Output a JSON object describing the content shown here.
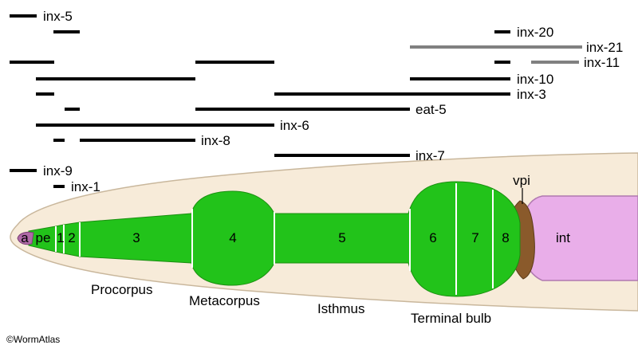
{
  "genes": [
    {
      "id": "inx5",
      "label": "inx-5",
      "color": "#000000"
    },
    {
      "id": "inx20",
      "label": "inx-20",
      "color": "#000000"
    },
    {
      "id": "inx21",
      "label": "inx-21",
      "color": "#808080"
    },
    {
      "id": "inx11",
      "label": "inx-11",
      "color": "#808080"
    },
    {
      "id": "inx10",
      "label": "inx-10",
      "color": "#000000"
    },
    {
      "id": "inx3",
      "label": "inx-3",
      "color": "#000000"
    },
    {
      "id": "eat5",
      "label": "eat-5",
      "color": "#000000"
    },
    {
      "id": "inx6",
      "label": "inx-6",
      "color": "#000000"
    },
    {
      "id": "inx8",
      "label": "inx-8",
      "color": "#000000"
    },
    {
      "id": "inx7",
      "label": "inx-7",
      "color": "#000000"
    },
    {
      "id": "inx9",
      "label": "inx-9",
      "color": "#000000"
    },
    {
      "id": "inx1",
      "label": "inx-1",
      "color": "#000000"
    }
  ],
  "pharynx": {
    "cells": {
      "a": "a",
      "pe": "pe",
      "c1": "1",
      "c2": "2",
      "c3": "3",
      "c4": "4",
      "c5": "5",
      "c6": "6",
      "c7": "7",
      "c8": "8",
      "vpi": "vpi",
      "int": "int"
    },
    "regions": {
      "procorpus": "Procorpus",
      "metacorpus": "Metacorpus",
      "isthmus": "Isthmus",
      "terminal_bulb": "Terminal bulb"
    },
    "colors": {
      "muscle": "#22c31a",
      "muscle_edge": "#1a8f10",
      "body": "#f7ebd9",
      "body_edge": "#c9b79c",
      "valve": "#8a5a2b",
      "intestine": "#e9aee9",
      "arcade": "#b06aa8"
    }
  },
  "credit": "©WormAtlas"
}
